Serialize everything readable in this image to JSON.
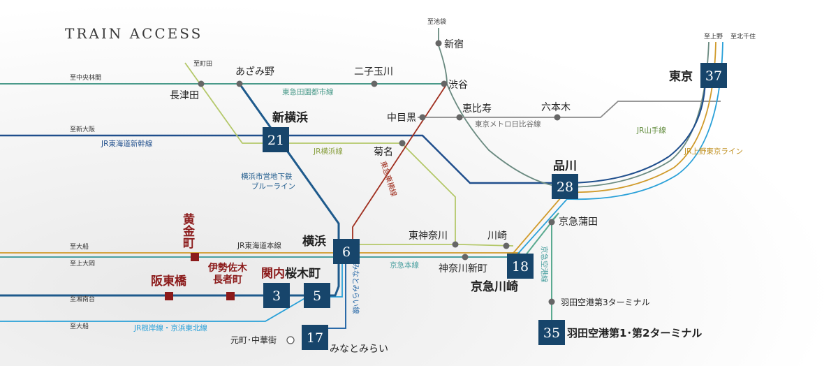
{
  "title": "TRAIN ACCESS",
  "colors": {
    "badge": "#17456b",
    "red_station": "#8b1a1a",
    "tokyu_denentoshi": "#4a9a8a",
    "tokaido_shinkansen": "#1f4e8c",
    "yokohama_line": "#b4c86a",
    "blue_line": "#1e5a8c",
    "toyoko": "#a03020",
    "hibiya": "#8a8a8a",
    "yamanote": "#5f8a3a",
    "tokaido_main": "#d09a2a",
    "keikyu": "#4aa0a0",
    "negishi": "#29a0d8",
    "minatomirai": "#2a6aa8"
  },
  "directions": {
    "ikebukuro": "至池袋",
    "ueno": "至上野",
    "kitasenju": "至北千住",
    "machida": "至町田",
    "chuorinkan": "至中央林間",
    "shinosaka": "至新大阪",
    "ofuna1": "至大船",
    "kamiooka": "至上大岡",
    "shonandai": "至湘南台",
    "ofuna2": "至大船"
  },
  "lines": {
    "tokyu_denentoshi": "東急田園都市線",
    "tokaido_shinkansen": "JR東海道新幹線",
    "yokohama_line": "JR横浜線",
    "blue_line_1": "横浜市営地下鉄",
    "blue_line_2": "ブルーライン",
    "toyoko": "東急東横線",
    "hibiya": "東京メトロ日比谷線",
    "yamanote": "JR山手線",
    "ueno_tokyo": "JR上野東京ライン",
    "tokaido_main": "JR東海道本線",
    "keikyu_main": "京急本線",
    "keikyu_airport": "京急空港線",
    "minatomirai": "みなとみらい線",
    "negishi": "JR根岸線・京浜東北線"
  },
  "stations": {
    "shinjuku": "新宿",
    "shibuya": "渋谷",
    "nakameguro": "中目黒",
    "ebisu": "恵比寿",
    "roppongi": "六本木",
    "tokyo": "東京",
    "nagatsuta": "長津田",
    "azamino": "あざみ野",
    "futakotamagawa": "二子玉川",
    "shinyokohama": "新横浜",
    "kikuna": "菊名",
    "shinagawa": "品川",
    "keikyukamata": "京急蒲田",
    "higashikanagawa": "東神奈川",
    "kawasaki": "川崎",
    "kanagawashinmachi": "神奈川新町",
    "keikyukawasaki": "京急川崎",
    "yokohama": "横浜",
    "koganecho": "黄金町",
    "isezakichojamachi_1": "伊勢佐木",
    "isezakichojamachi_2": "長者町",
    "kannai": "関内",
    "sakuragicho": "桜木町",
    "bandobashi": "阪東橋",
    "motomachi": "元町･中華街",
    "minatomirai": "みなとみらい",
    "haneda3": "羽田空港第3ターミナル",
    "haneda12": "羽田空港第1･第2ターミナル"
  },
  "minutes": {
    "tokyo": "37",
    "shinyokohama": "21",
    "shinagawa": "28",
    "yokohama": "6",
    "keikyukawasaki": "18",
    "kannai": "3",
    "sakuragicho": "5",
    "minatomirai": "17",
    "haneda12": "35"
  }
}
